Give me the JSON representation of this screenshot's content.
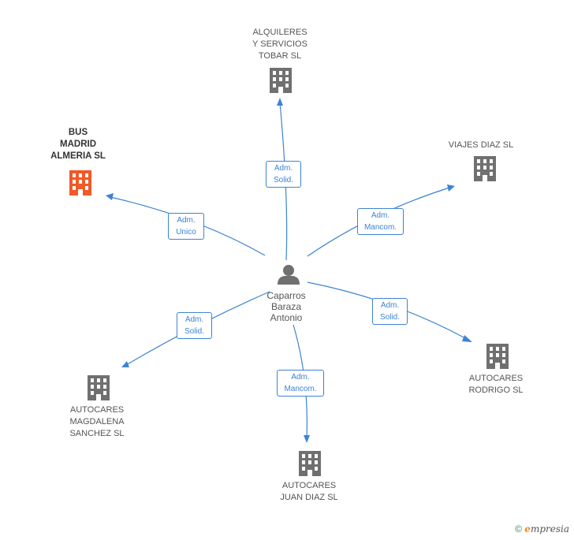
{
  "center": {
    "label": "Caparros\nBaraza\nAntonio"
  },
  "nodes": [
    {
      "id": "alquileres",
      "label": "ALQUILERES\nY SERVICIOS\nTOBAR SL"
    },
    {
      "id": "bus_madrid",
      "label": "BUS\nMADRID\nALMERIA SL"
    },
    {
      "id": "viajes_diaz",
      "label": "VIAJES DIAZ SL"
    },
    {
      "id": "autocares_magdalena",
      "label": "AUTOCARES\nMAGDALENA\nSANCHEZ SL"
    },
    {
      "id": "autocares_rodrigo",
      "label": "AUTOCARES\nRODRIGO SL"
    },
    {
      "id": "autocares_juan",
      "label": "AUTOCARES\nJUAN DIAZ SL"
    }
  ],
  "relations": [
    {
      "to": "alquileres",
      "label": "Adm.\nSolid."
    },
    {
      "to": "bus_madrid",
      "label": "Adm.\nUnico"
    },
    {
      "to": "viajes_diaz",
      "label": "Adm.\nMancom."
    },
    {
      "to": "autocares_magdalena",
      "label": "Adm.\nSolid."
    },
    {
      "to": "autocares_rodrigo",
      "label": "Adm.\nSolid."
    },
    {
      "to": "autocares_juan",
      "label": "Adm.\nMancom."
    }
  ],
  "colors": {
    "main_company": "#f05a28",
    "company": "#707070",
    "person": "#707070",
    "edge": "#3d83d4"
  },
  "footer": {
    "copyright_symbol": "©",
    "brand_initial": "e",
    "brand_rest": "mpresia"
  }
}
